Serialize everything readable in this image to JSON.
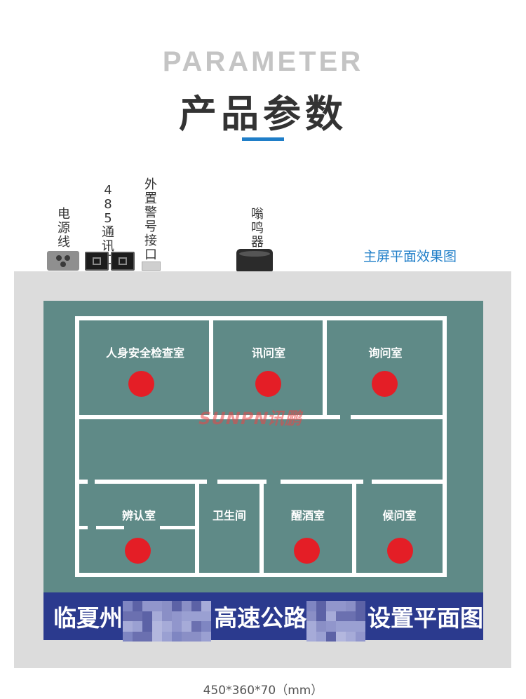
{
  "header": {
    "title_en": "PARAMETER",
    "title_cn": "产品参数"
  },
  "ports": {
    "power_label": "电源线",
    "rs485_label": "485通讯口",
    "alarm_label": "外置警号接口",
    "buzzer_label": "嗡鸣器"
  },
  "main_screen_label": "主屏平面效果图",
  "watermark": "SUNPN讯鹏",
  "rooms": [
    {
      "name": "人身安全检查室"
    },
    {
      "name": "讯问室"
    },
    {
      "name": "询问室"
    },
    {
      "name": "辨认室"
    },
    {
      "name": "卫生间"
    },
    {
      "name": "醒酒室"
    },
    {
      "name": "候问室"
    }
  ],
  "banner": {
    "part1": "临夏州",
    "part2": "高速公路",
    "part3": "设置平面图"
  },
  "dimensions": "450*360*70（mm）",
  "colors": {
    "accent": "#1f7ec8",
    "screen": "#5f8a87",
    "banner": "#2b3a8e",
    "dot": "#e41e26"
  }
}
